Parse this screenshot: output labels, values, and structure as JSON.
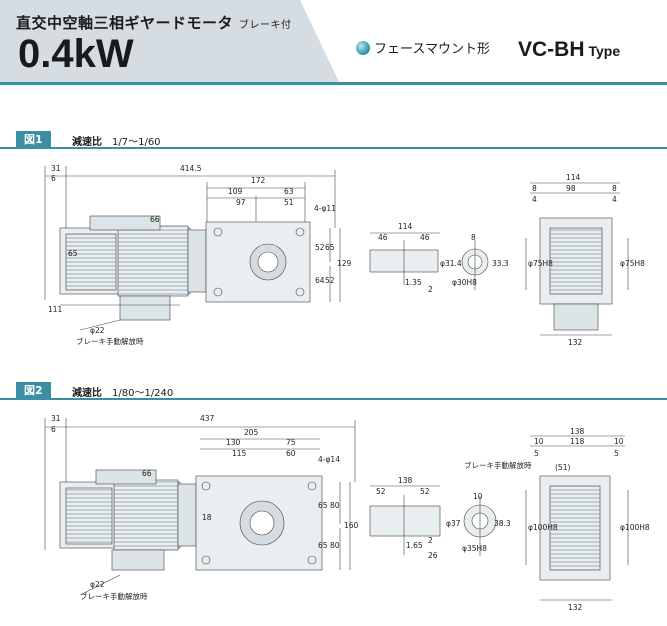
{
  "header": {
    "title": "直交中空軸三相ギヤードモータ",
    "title_sub": "ブレーキ付",
    "power": "0.4kW",
    "mount": "フェースマウント形",
    "series": "VC-BH",
    "series_suffix": "Type",
    "accent_color": "#3a8fa5"
  },
  "fig1": {
    "tag": "図1",
    "ratio_label": "減速比",
    "ratio": "1/7～1/60",
    "dims": [
      "31",
      "6",
      "414.5",
      "172",
      "109",
      "63",
      "97",
      "51",
      "4-φ11",
      "66",
      "65",
      "52",
      "65",
      "129",
      "64",
      "52",
      "111",
      "φ22",
      "ブレーキ手動解放時",
      "114",
      "46",
      "46",
      "8",
      "33.3",
      "φ31.4",
      "1.35",
      "2",
      "φ30H8",
      "114",
      "8",
      "98",
      "8",
      "4",
      "4",
      "φ75H8",
      "φ75H8",
      "132"
    ]
  },
  "fig2": {
    "tag": "図2",
    "ratio_label": "減速比",
    "ratio": "1/80～1/240",
    "dims": [
      "31",
      "6",
      "437",
      "205",
      "130",
      "75",
      "115",
      "60",
      "4-φ14",
      "66",
      "18",
      "65",
      "80",
      "65",
      "80",
      "160",
      "φ22",
      "ブレーキ手動解放時",
      "138",
      "52",
      "52",
      "10",
      "38.3",
      "φ37",
      "1.65",
      "2",
      "26",
      "φ35H8",
      "ブレーキ手動解放時",
      "(51)",
      "138",
      "10",
      "118",
      "10",
      "5",
      "5",
      "φ100H8",
      "φ100H8",
      "132"
    ]
  }
}
